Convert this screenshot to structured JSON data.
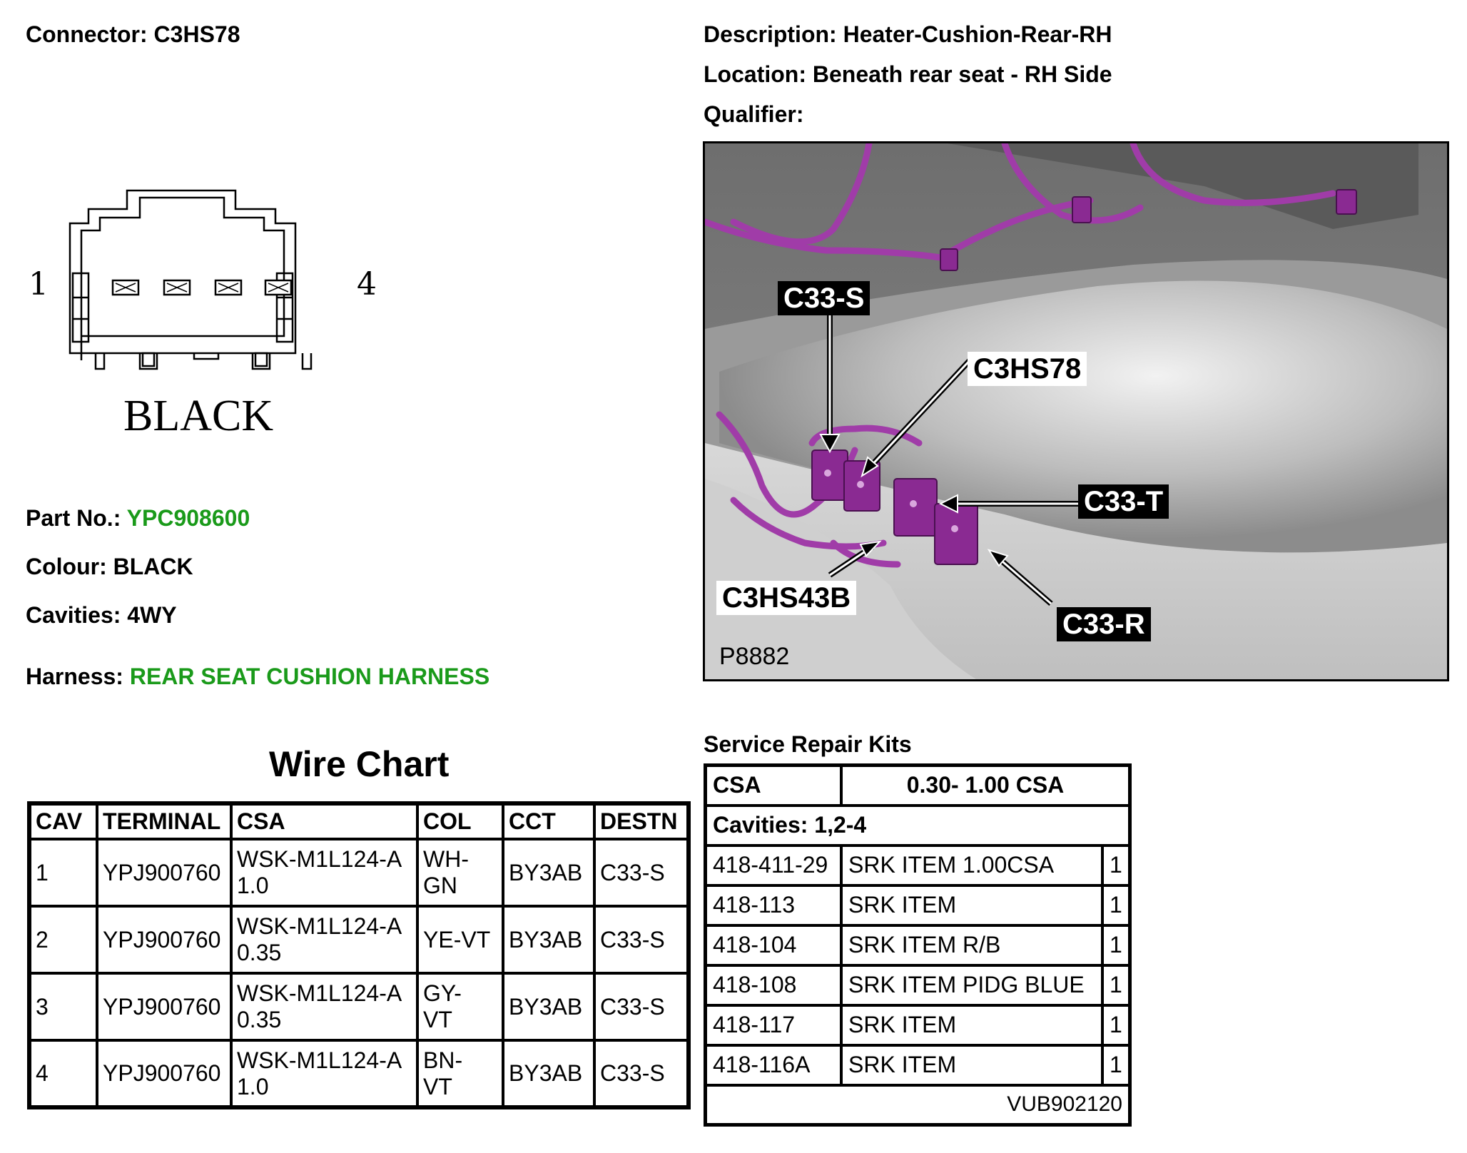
{
  "header": {
    "connector_label": "Connector:",
    "connector_value": "C3HS78",
    "description_label": "Description:",
    "description_value": "Heater-Cushion-Rear-RH",
    "location_label": "Location:",
    "location_value": "Beneath rear seat - RH Side",
    "qualifier_label": "Qualifier:",
    "qualifier_value": ""
  },
  "connector_drawing": {
    "pin_first": "1",
    "pin_last": "4",
    "colour_text": "BLACK"
  },
  "details": {
    "part_no_label": "Part No.:",
    "part_no_value": "YPC908600",
    "colour_label": "Colour:",
    "colour_value": "BLACK",
    "cavities_label": "Cavities:",
    "cavities_value": "4WY",
    "harness_label": "Harness:",
    "harness_value": "REAR SEAT CUSHION HARNESS",
    "link_color": "#1a9a1a"
  },
  "photo": {
    "callouts": [
      "C33-S",
      "C3HS78",
      "C33-T",
      "C3HS43B",
      "C33-R"
    ],
    "photo_id": "P8882",
    "harness_color": "#a03ca8"
  },
  "wire_chart": {
    "title": "Wire Chart",
    "headers": [
      "CAV",
      "TERMINAL",
      "CSA",
      "COL",
      "CCT",
      "DESTN"
    ],
    "rows": [
      {
        "cav": "1",
        "terminal": "YPJ900760",
        "csa1": "WSK-M1L124-A",
        "csa2": "1.0",
        "col1": "WH-",
        "col2": "GN",
        "cct": "BY3AB",
        "destn": "C33-S"
      },
      {
        "cav": "2",
        "terminal": "YPJ900760",
        "csa1": "WSK-M1L124-A",
        "csa2": "0.35",
        "col1": "YE-VT",
        "col2": "",
        "cct": "BY3AB",
        "destn": "C33-S"
      },
      {
        "cav": "3",
        "terminal": "YPJ900760",
        "csa1": "WSK-M1L124-A",
        "csa2": "0.35",
        "col1": "GY-",
        "col2": "VT",
        "cct": "BY3AB",
        "destn": "C33-S"
      },
      {
        "cav": "4",
        "terminal": "YPJ900760",
        "csa1": "WSK-M1L124-A",
        "csa2": "1.0",
        "col1": "BN-",
        "col2": "VT",
        "cct": "BY3AB",
        "destn": "C33-S"
      }
    ]
  },
  "service_kits": {
    "title": "Service Repair Kits",
    "csa_label": "CSA",
    "csa_value": "0.30- 1.00 CSA",
    "cavities": "Cavities: 1,2-4",
    "items": [
      {
        "code": "418-411-29",
        "desc": "SRK ITEM 1.00CSA",
        "qty": "1"
      },
      {
        "code": "418-113",
        "desc": "SRK ITEM",
        "qty": "1"
      },
      {
        "code": "418-104",
        "desc": "SRK ITEM R/B",
        "qty": "1"
      },
      {
        "code": "418-108",
        "desc": "SRK ITEM PIDG BLUE",
        "qty": "1"
      },
      {
        "code": "418-117",
        "desc": "SRK ITEM",
        "qty": "1"
      },
      {
        "code": "418-116A",
        "desc": "SRK ITEM",
        "qty": "1"
      }
    ],
    "footer_code": "VUB902120"
  }
}
